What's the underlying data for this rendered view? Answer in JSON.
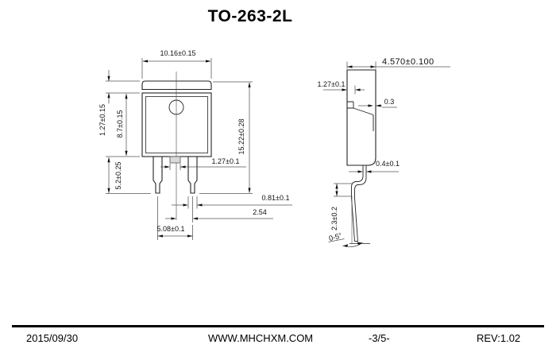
{
  "title": "TO-263-2L",
  "front_view": {
    "dims": {
      "body_width": "10.16±0.15",
      "tab_height": "1.27±0.15",
      "body_height": "8.7±0.15",
      "lead_length": "5.2±0.25",
      "total_height": "15.22±0.28",
      "center_tab_width": "1.27±0.1",
      "lead_width": "0.81±0.1",
      "lead_pitch": "2.54",
      "lead_span": "5.08±0.1"
    }
  },
  "side_view": {
    "dims": {
      "thickness": "4.570±0.100",
      "tab_offset": "1.27±0.1",
      "step": "0.3",
      "lead_thickness": "0.4±0.1",
      "standoff_height": "2.3±0.2",
      "foot_angle": "0-5°"
    }
  },
  "footer": {
    "date": "2015/09/30",
    "website": "WWW.MHCHXM.COM",
    "page": "-3/5-",
    "revision": "REV:1.02"
  }
}
